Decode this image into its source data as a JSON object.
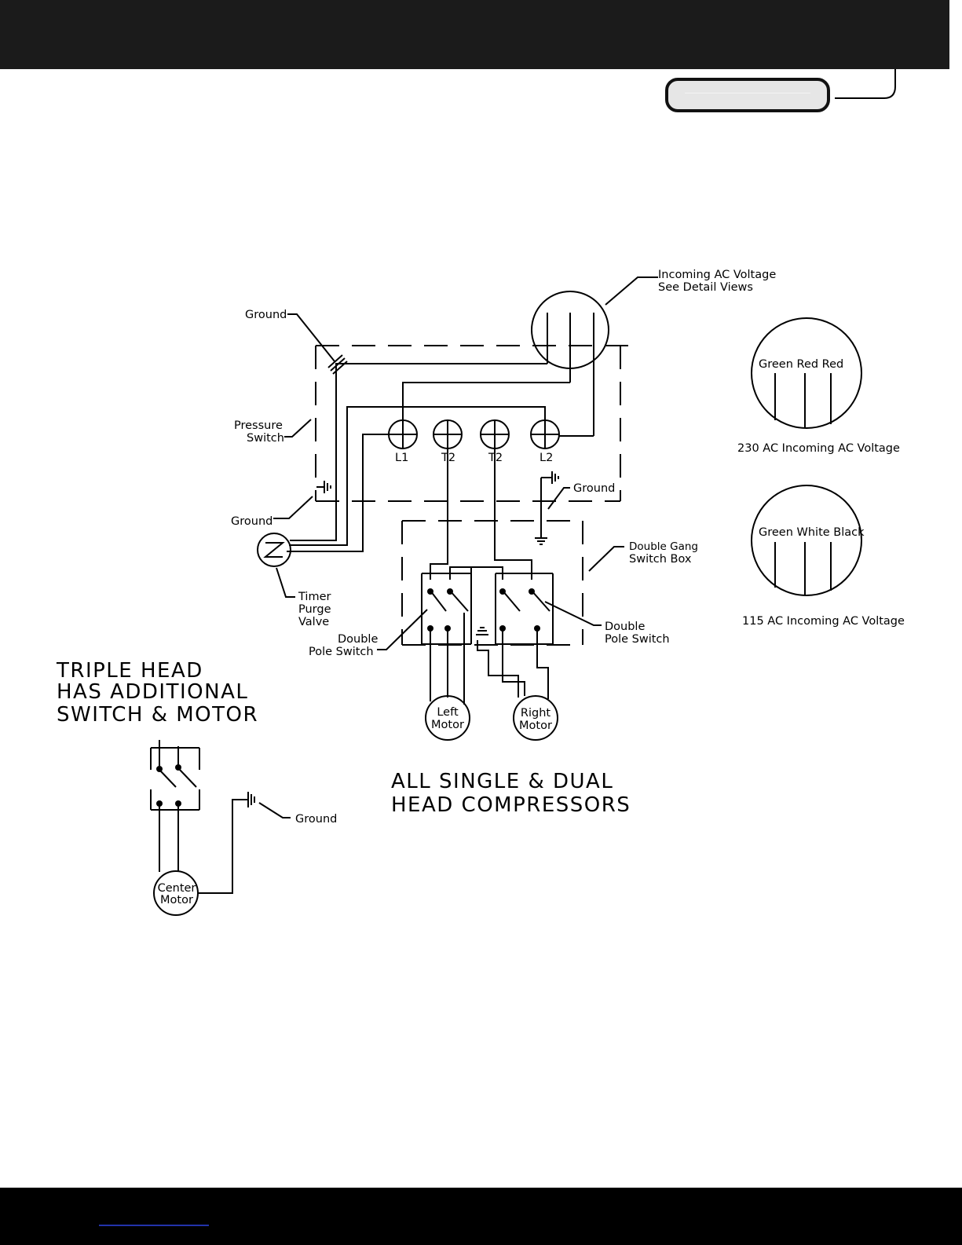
{
  "labels": {
    "incoming_line1": "Incoming AC Voltage",
    "incoming_line2": "See Detail Views",
    "ground_top": "Ground",
    "pressure_line1": "Pressure",
    "pressure_line2": "Switch",
    "ground_left": "Ground",
    "ground_mid": "Ground",
    "terminal_l1": "L1",
    "terminal_t2a": "T2",
    "terminal_t2b": "T2",
    "terminal_l2": "L2",
    "timer_line1": "Timer",
    "timer_line2": "Purge",
    "timer_line3": "Valve",
    "dgang_line1": "Double Gang",
    "dgang_line2": "Switch Box",
    "dps_left_line1": "Double",
    "dps_left_line2": "Pole Switch",
    "dps_right_line1": "Double",
    "dps_right_line2": "Pole Switch",
    "left_motor_line1": "Left",
    "left_motor_line2": "Motor",
    "right_motor_line1": "Right",
    "right_motor_line2": "Motor",
    "center_motor_line1": "Center",
    "center_motor_line2": "Motor",
    "ground_bottom": "Ground",
    "triple_line1": "TRIPLE HEAD",
    "triple_line2": "HAS ADDITIONAL",
    "triple_line3": "SWITCH & MOTOR",
    "all_line1": "ALL SINGLE & DUAL",
    "all_line2": "HEAD COMPRESSORS",
    "detail230_wires": "Green  Red  Red",
    "detail230_caption": "230 AC Incoming AC Voltage",
    "detail115_wires": "Green White Black",
    "detail115_caption": "115 AC Incoming AC Voltage"
  }
}
